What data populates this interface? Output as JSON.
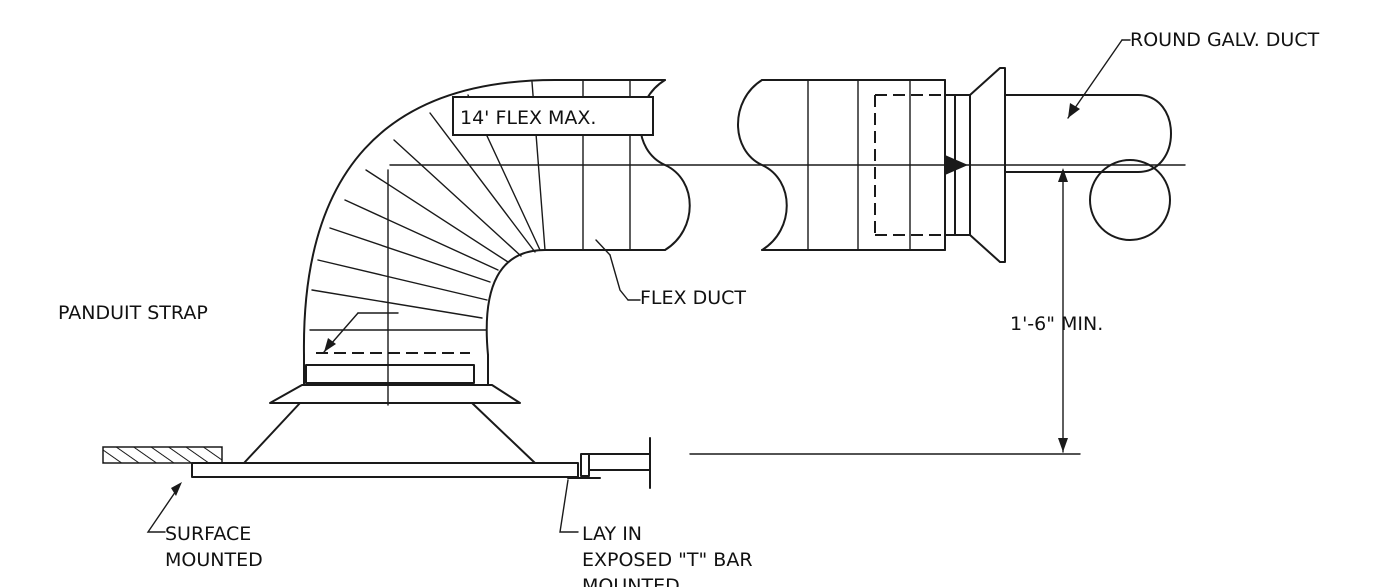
{
  "labels": {
    "round_galv_duct": "ROUND GALV. DUCT",
    "flex_max": "14' FLEX MAX.",
    "flex_duct": "FLEX DUCT",
    "panduit_strap": "PANDUIT STRAP",
    "min_dim": "1'-6\" MIN.",
    "surface_mounted_1": "SURFACE",
    "surface_mounted_2": "MOUNTED",
    "lay_in_1": "LAY IN",
    "lay_in_2": "EXPOSED \"T\" BAR",
    "lay_in_3": "MOUNTED"
  }
}
